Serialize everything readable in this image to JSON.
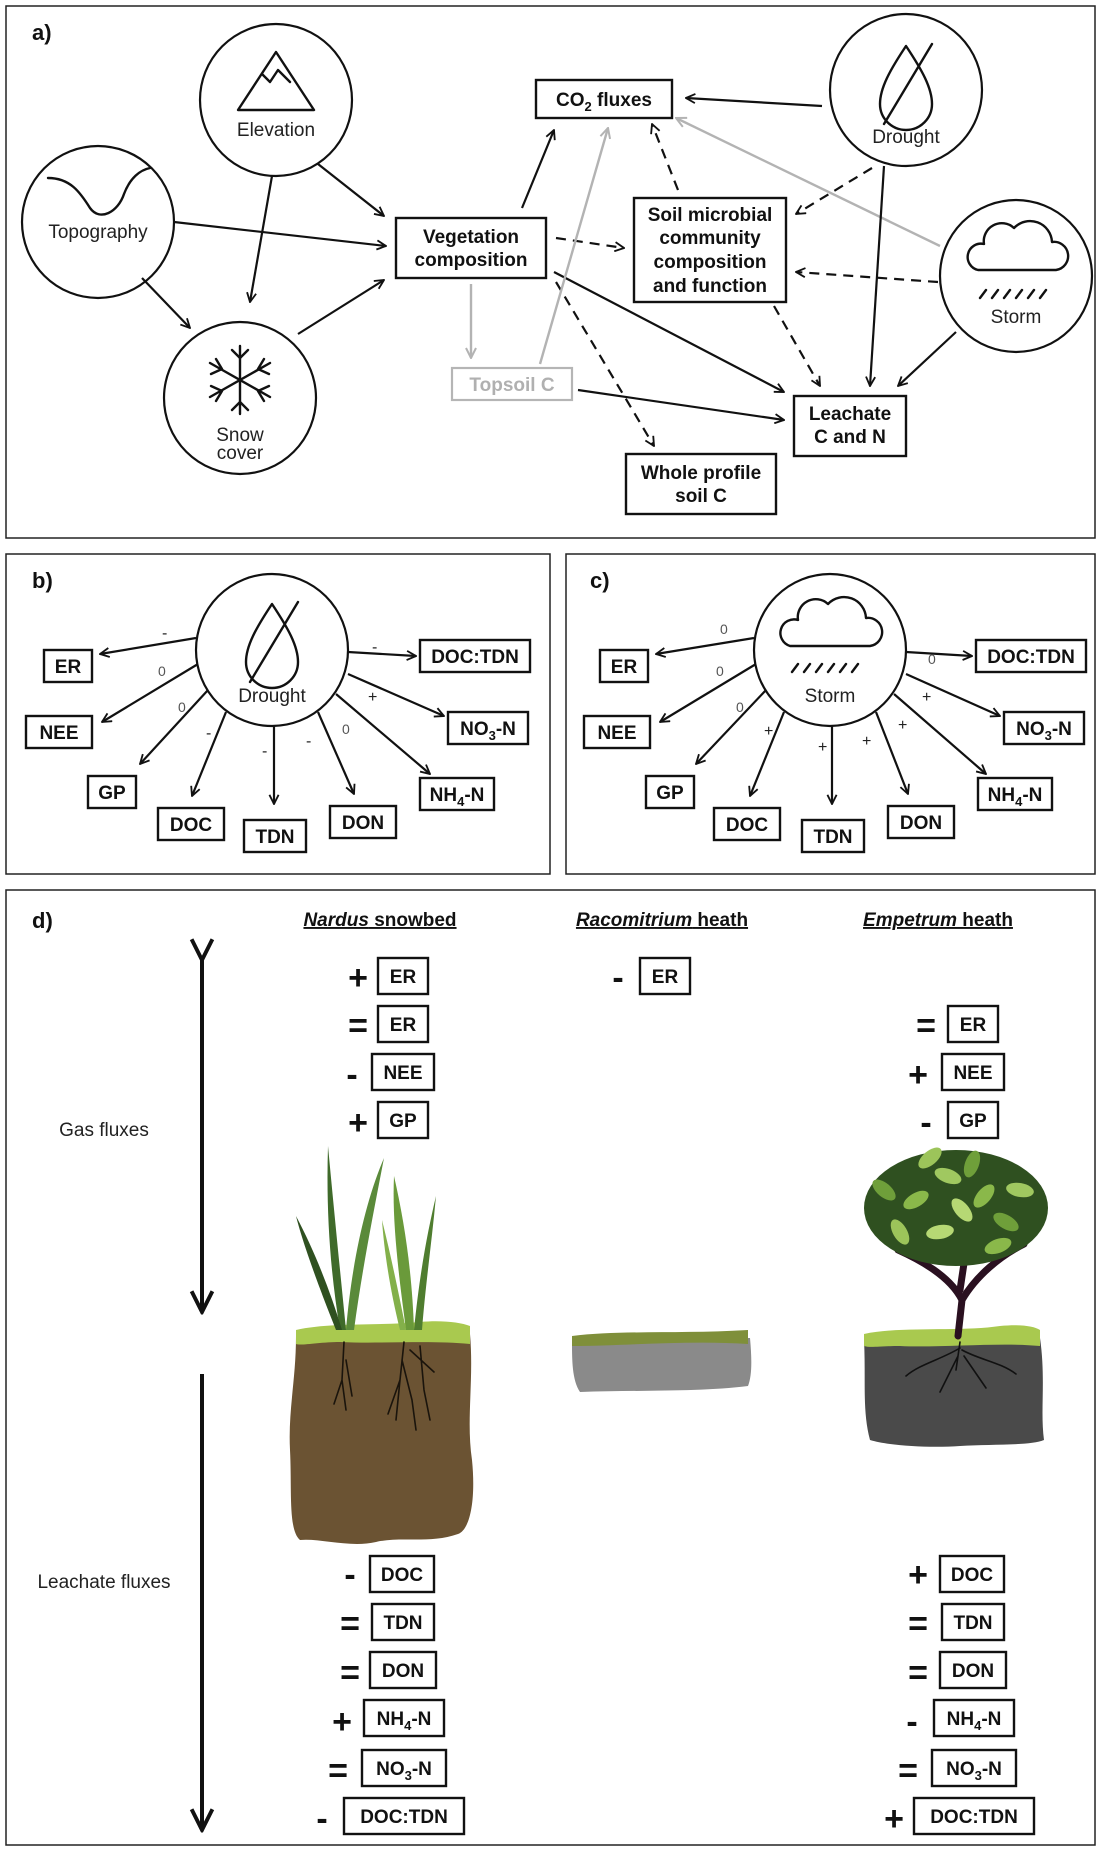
{
  "panels": {
    "a": "a)",
    "b": "b)",
    "c": "c)",
    "d": "d)"
  },
  "panel_a": {
    "circles": {
      "elevation": "Elevation",
      "topography": "Topography",
      "snow_cover_1": "Snow",
      "snow_cover_2": "cover",
      "drought": "Drought",
      "storm": "Storm"
    },
    "boxes": {
      "co2_prefix": "CO",
      "co2_sub": "2",
      "co2_suffix": " fluxes",
      "vegetation_1": "Vegetation",
      "vegetation_2": "composition",
      "microbial_1": "Soil microbial",
      "microbial_2": "community",
      "microbial_3": "composition",
      "microbial_4": "and function",
      "topsoil": "Topsoil C",
      "leachate_1": "Leachate",
      "leachate_2": "C and N",
      "whole_1": "Whole profile",
      "whole_2": "soil C"
    }
  },
  "panel_b": {
    "center": "Drought",
    "targets": {
      "er": "ER",
      "nee": "NEE",
      "gp": "GP",
      "doc": "DOC",
      "tdn": "TDN",
      "don": "DON",
      "nh4_prefix": "NH",
      "nh4_sub": "4",
      "nh4_suffix": "-N",
      "no3_prefix": "NO",
      "no3_sub": "3",
      "no3_suffix": "-N",
      "doc_tdn": "DOC:TDN"
    },
    "signs": {
      "er": "-",
      "nee": "0",
      "gp": "0",
      "doc": "-",
      "tdn": "-",
      "don": "-",
      "nh4": "0",
      "no3": "+",
      "doc_tdn": "-"
    }
  },
  "panel_c": {
    "center": "Storm",
    "targets": {
      "er": "ER",
      "nee": "NEE",
      "gp": "GP",
      "doc": "DOC",
      "tdn": "TDN",
      "don": "DON",
      "nh4_prefix": "NH",
      "nh4_sub": "4",
      "nh4_suffix": "-N",
      "no3_prefix": "NO",
      "no3_sub": "3",
      "no3_suffix": "-N",
      "doc_tdn": "DOC:TDN"
    },
    "signs": {
      "er": "0",
      "nee": "0",
      "gp": "0",
      "doc": "+",
      "tdn": "+",
      "don": "+",
      "nh4": "+",
      "no3": "+",
      "doc_tdn": "0"
    }
  },
  "panel_d": {
    "headers": {
      "nardus_italic": "Nardus",
      "nardus_rest": " snowbed",
      "racomitrium_italic": "Racomitrium",
      "racomitrium_rest": "  heath",
      "empetrum_italic": "Empetrum",
      "empetrum_rest": " heath"
    },
    "side_labels": {
      "gas": "Gas fluxes",
      "leachate": "Leachate fluxes"
    },
    "nardus_gas": [
      {
        "sign": "+",
        "label": "ER"
      },
      {
        "sign": "=",
        "label": "ER"
      },
      {
        "sign": "-",
        "label": "NEE"
      },
      {
        "sign": "+",
        "label": "GP"
      }
    ],
    "racomitrium_gas": [
      {
        "sign": "-",
        "label": "ER"
      }
    ],
    "empetrum_gas": [
      {
        "sign": "=",
        "label": "ER"
      },
      {
        "sign": "+",
        "label": "NEE"
      },
      {
        "sign": "-",
        "label": "GP"
      }
    ],
    "nardus_leach": [
      {
        "sign": "-",
        "label": "DOC"
      },
      {
        "sign": "=",
        "label": "TDN"
      },
      {
        "sign": "=",
        "label": "DON"
      },
      {
        "sign": "+",
        "label_prefix": "NH",
        "label_sub": "4",
        "label_suffix": "-N"
      },
      {
        "sign": "=",
        "label_prefix": "NO",
        "label_sub": "3",
        "label_suffix": "-N"
      },
      {
        "sign": "-",
        "label": "DOC:TDN"
      }
    ],
    "empetrum_leach": [
      {
        "sign": "+",
        "label": "DOC"
      },
      {
        "sign": "=",
        "label": "TDN"
      },
      {
        "sign": "=",
        "label": "DON"
      },
      {
        "sign": "-",
        "label_prefix": "NH",
        "label_sub": "4",
        "label_suffix": "-N"
      },
      {
        "sign": "=",
        "label_prefix": "NO",
        "label_sub": "3",
        "label_suffix": "-N"
      },
      {
        "sign": "+",
        "label": "DOC:TDN"
      }
    ]
  },
  "colors": {
    "line": "#111111",
    "gray_arrow": "#b3b3b3",
    "soil_brown": "#6b5333",
    "soil_gray_light": "#8a8a8a",
    "soil_gray_dark": "#4a4a4a",
    "moss_green": "#a9c94f",
    "leaf_green": "#4d7a2a"
  }
}
